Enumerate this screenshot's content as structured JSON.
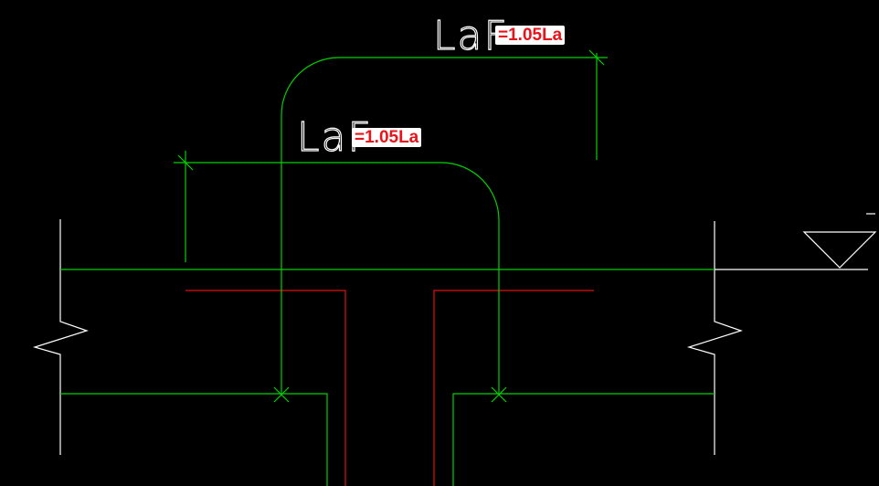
{
  "diagram": {
    "background": "#000000",
    "colors": {
      "rebar": "#00d200",
      "outline": "#ffffff",
      "column": "#e01010",
      "tag_text": "#e8141a",
      "tag_bg": "#ffffff"
    },
    "labels": {
      "upper_symbol": "LaF",
      "upper_value": "=1.05La",
      "lower_symbol": "LaF",
      "lower_value": "=1.05La"
    }
  }
}
